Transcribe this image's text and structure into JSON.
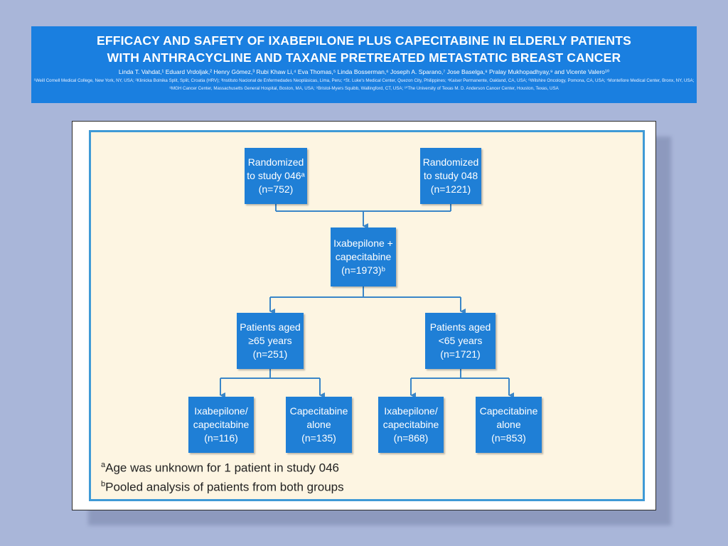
{
  "banner": {
    "title_line1": "EFFICACY AND SAFETY OF IXABEPILONE PLUS CAPECITABINE IN ELDERLY PATIENTS",
    "title_line2": "WITH ANTHRACYCLINE AND TAXANE PRETREATED METASTATIC BREAST CANCER",
    "authors": "Linda T. Vahdat,¹ Eduard Vrdoljak,² Henry Gómez,³ Rubi Khaw Li,⁴ Eva Thomas,⁵ Linda Bosserman,⁶ Joseph A. Sparano,⁷ Jose Baselga,⁸ Pralay Mukhopadhyay,⁹ and Vicente Valero¹⁰",
    "affiliations_1": "¹Weill Cornell Medical College, New York, NY, USA; ²Klinicka Bolnika Split, Split, Croatia (HRV); ³Instituto Nacional de Enfermedades Neoplásicas, Lima, Peru; ⁴St. Luke's Medical Center, Quezon City, Philippines; ⁵Kaiser Permanente, Oakland, CA, USA; ⁶Wilshire Oncology, Pomona, CA, USA; ⁷Montefiore Medical Center, Bronx, NY, USA;",
    "affiliations_2": "⁸MGH Cancer Center, Massachusetts General Hospital, Boston, MA, USA; ⁹Bristol-Myers Squibb, Wallingford, CT, USA; ¹⁰The University of Texas M. D. Anderson Cancer Center, Houston, Texas, USA"
  },
  "flow": {
    "rand046": {
      "line1": "Randomized",
      "line2": "to study 046ᵃ",
      "line3": "(n=752)"
    },
    "rand048": {
      "line1": "Randomized",
      "line2": "to study 048",
      "line3": "(n=1221)"
    },
    "pooled": {
      "line1": "Ixabepilone +",
      "line2": "capecitabine",
      "line3": "(n=1973)ᵇ"
    },
    "older": {
      "line1": "Patients aged",
      "line2": "≥65 years",
      "line3": "(n=251)"
    },
    "younger": {
      "line1": "Patients aged",
      "line2": "<65 years",
      "line3": "(n=1721)"
    },
    "older_ixa": {
      "line1": "Ixabepilone/",
      "line2": "capecitabine",
      "line3": "(n=116)"
    },
    "older_cap": {
      "line1": "Capecitabine",
      "line2": "alone",
      "line3": "(n=135)"
    },
    "younger_ixa": {
      "line1": "Ixabepilone/",
      "line2": "capecitabine",
      "line3": "(n=868)"
    },
    "younger_cap": {
      "line1": "Capecitabine",
      "line2": "alone",
      "line3": "(n=853)"
    }
  },
  "footnotes": {
    "a_marker": "a",
    "a_text": "Age was unknown for 1 patient in study 046",
    "b_marker": "b",
    "b_text": "Pooled analysis of patients from both groups"
  },
  "colors": {
    "banner": "#1a7fe0",
    "box": "#1f7fd6",
    "panel": "#fdf5e2",
    "panel_border": "#3f9ad6",
    "arrow": "#3a86c8",
    "background": "#a9b6d9"
  }
}
